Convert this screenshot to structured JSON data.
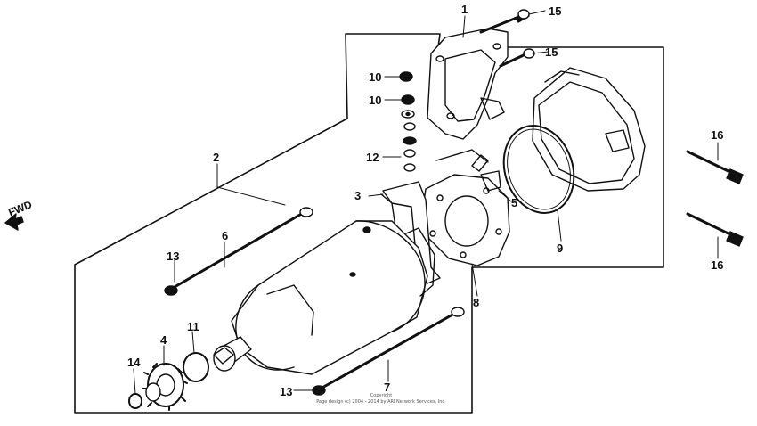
{
  "callouts": {
    "c1": "1",
    "c2": "2",
    "c3": "3",
    "c4": "4",
    "c5": "5",
    "c6": "6",
    "c7": "7",
    "c8": "8",
    "c9": "9",
    "c10a": "10",
    "c10b": "10",
    "c11": "11",
    "c12": "12",
    "c13a": "13",
    "c13b": "13",
    "c14": "14",
    "c15a": "15",
    "c15b": "15",
    "c16a": "16",
    "c16b": "16"
  },
  "fwd_label": "FWD",
  "copyright": {
    "line1": "Copyright",
    "line2": "Page design (c) 2004 - 2014 by ARI Network Services, Inc."
  }
}
